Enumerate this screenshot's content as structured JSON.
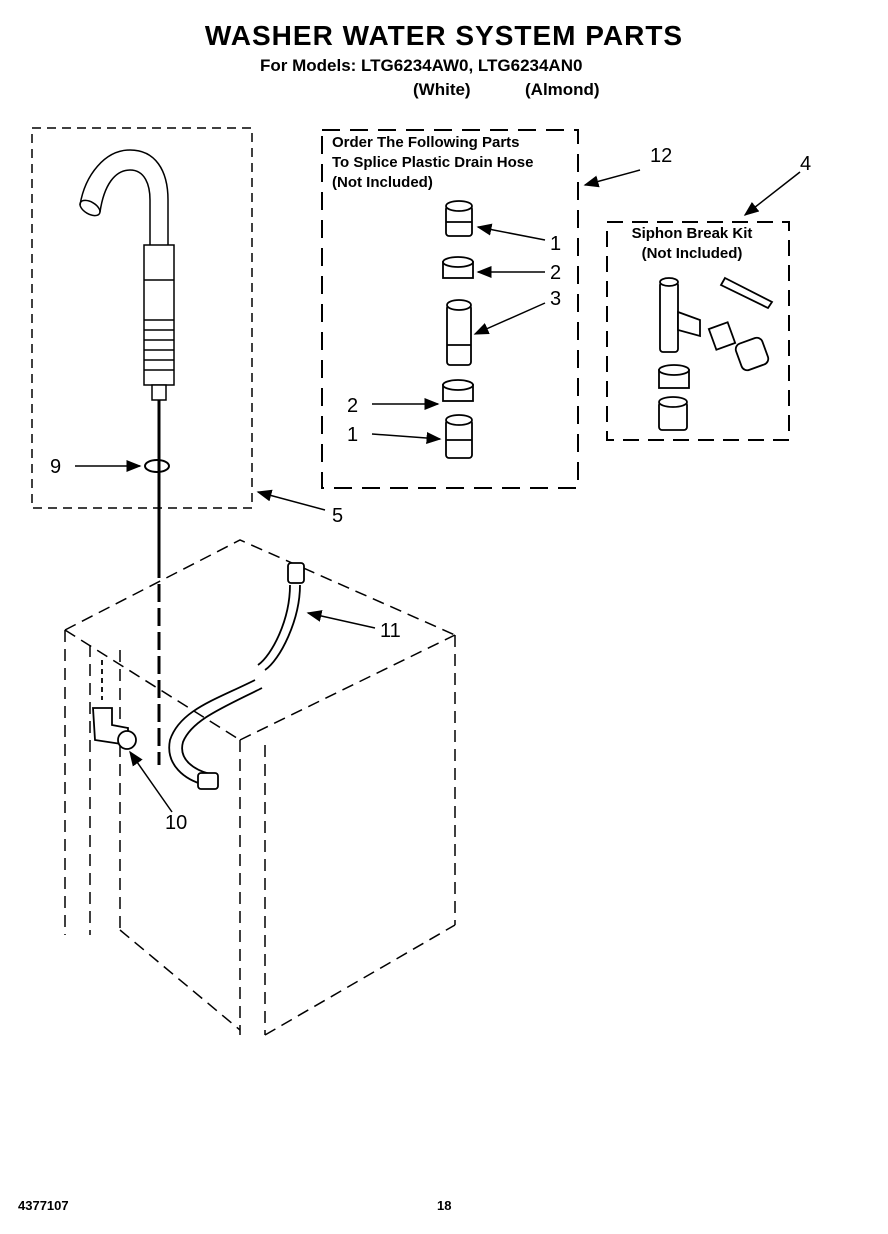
{
  "header": {
    "title": "WASHER WATER SYSTEM PARTS",
    "subtitle": "For Models: LTG6234AW0, LTG6234AN0",
    "variant_white": "(White)",
    "variant_almond": "(Almond)"
  },
  "splice_box": {
    "lines": [
      "Order The Following Parts",
      "To Splice Plastic Drain Hose",
      "(Not Included)"
    ]
  },
  "siphon_box": {
    "lines": [
      "Siphon Break Kit",
      "(Not Included)"
    ]
  },
  "callouts": {
    "c12": "12",
    "c4": "4",
    "c1a": "1",
    "c2a": "2",
    "c3": "3",
    "c2b": "2",
    "c1b": "1",
    "c9": "9",
    "c5": "5",
    "c11": "11",
    "c10": "10"
  },
  "footer": {
    "part_number": "4377107",
    "page_number": "18"
  }
}
